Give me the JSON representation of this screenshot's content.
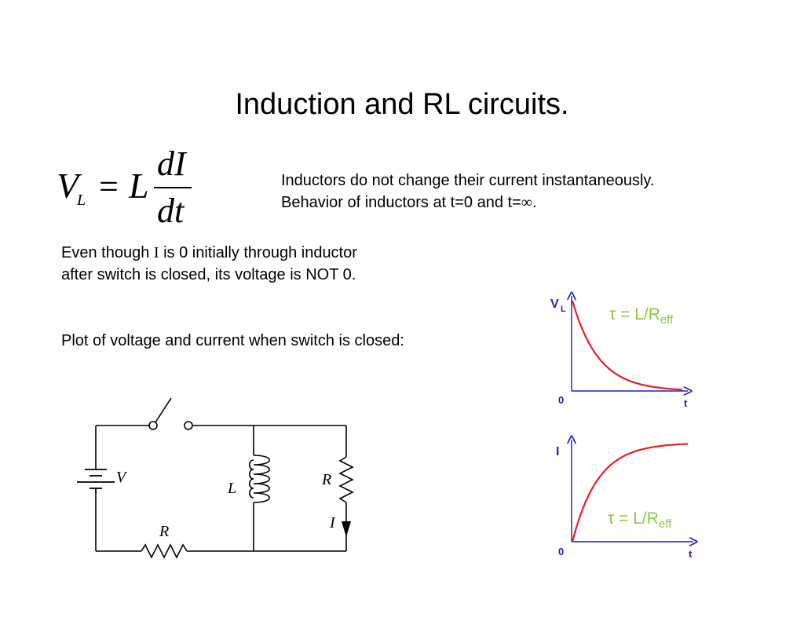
{
  "slide": {
    "title": "Induction and RL circuits.",
    "equation": {
      "lhs": "V",
      "lhs_sub": "L",
      "equals": "=",
      "coef": "L",
      "numerator": "dI",
      "denominator": "dt"
    },
    "note1": {
      "line1": "Inductors do not change their current instantaneously.",
      "line2_prefix": "Behavior of inductors at t=0 and t=",
      "line2_symbol": "∞",
      "line2_suffix": "."
    },
    "note2": {
      "line1_a": "Even though ",
      "line1_var": "I",
      "line1_b": " is 0 initially through inductor",
      "line2": "after switch is closed, its voltage is NOT 0."
    },
    "note3": "Plot of voltage and current when switch is closed:"
  },
  "circuit": {
    "battery_label": "V",
    "inductor_label": "L",
    "resistor_right_label": "R",
    "current_label": "I",
    "resistor_bottom_label": "R"
  },
  "graphs": {
    "top": {
      "y_label": "V",
      "y_label_sub": "L",
      "origin": "0",
      "x_label": "t",
      "tau_prefix": "τ = L/R",
      "tau_sub": "eff"
    },
    "bottom": {
      "y_label": "I",
      "origin": "0",
      "x_label": "t",
      "tau_prefix": "τ = L/R",
      "tau_sub": "eff"
    }
  },
  "colors": {
    "axis": "#1f1fbf",
    "curve": "#ee1c24",
    "tau": "#8dc63f"
  }
}
